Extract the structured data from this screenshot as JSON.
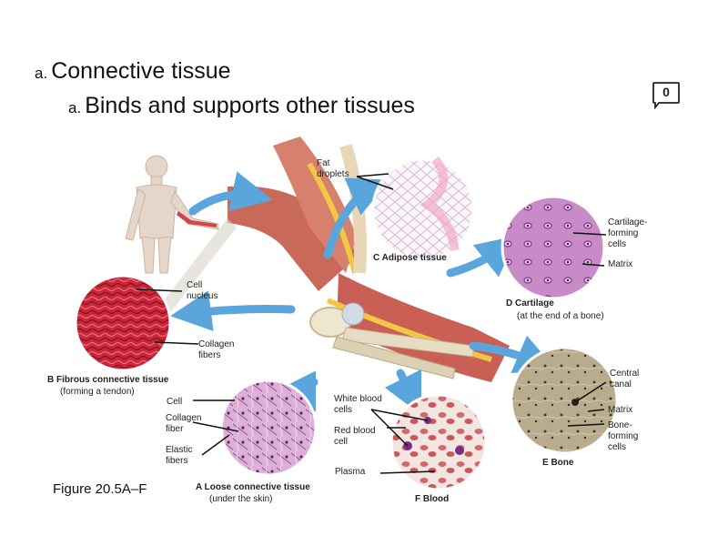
{
  "slide": {
    "bullet1": {
      "marker": "a.",
      "text": "Connective tissue"
    },
    "bullet2": {
      "marker": "a.",
      "text": "Binds and supports other tissues"
    },
    "badge": "0",
    "figure_caption": "Figure 20.5A–F"
  },
  "labels": {
    "fat_droplets": "Fat droplets",
    "adipose": "C Adipose tissue",
    "cartilage_forming": "Cartilage-forming cells",
    "matrix_cartilage": "Matrix",
    "cartilage_title": "D Cartilage",
    "cartilage_sub": "(at the end of a bone)",
    "cell_nucleus": "Cell nucleus",
    "collagen_fibers": "Collagen fibers",
    "fibrous_title": "B Fibrous connective tissue",
    "fibrous_sub": "(forming a tendon)",
    "cell": "Cell",
    "collagen_fiber": "Collagen fiber",
    "elastic_fibers": "Elastic fibers",
    "loose_title": "A Loose connective tissue",
    "loose_sub": "(under the skin)",
    "white_blood": "White blood cells",
    "red_blood": "Red blood cell",
    "plasma": "Plasma",
    "blood_title": "F Blood",
    "central_canal": "Central canal",
    "matrix_bone": "Matrix",
    "bone_forming": "Bone-forming cells",
    "bone_title": "E Bone"
  },
  "colors": {
    "arrow": "#5aa6dc",
    "adipose_fill": "#f4eef4",
    "cartilage_fill": "#c98ac8",
    "tendon_fill": "#c8283a",
    "loose_fill": "#d7a8d2",
    "blood_fill": "#f1e4e0",
    "bone_fill": "#b9ab8e"
  }
}
